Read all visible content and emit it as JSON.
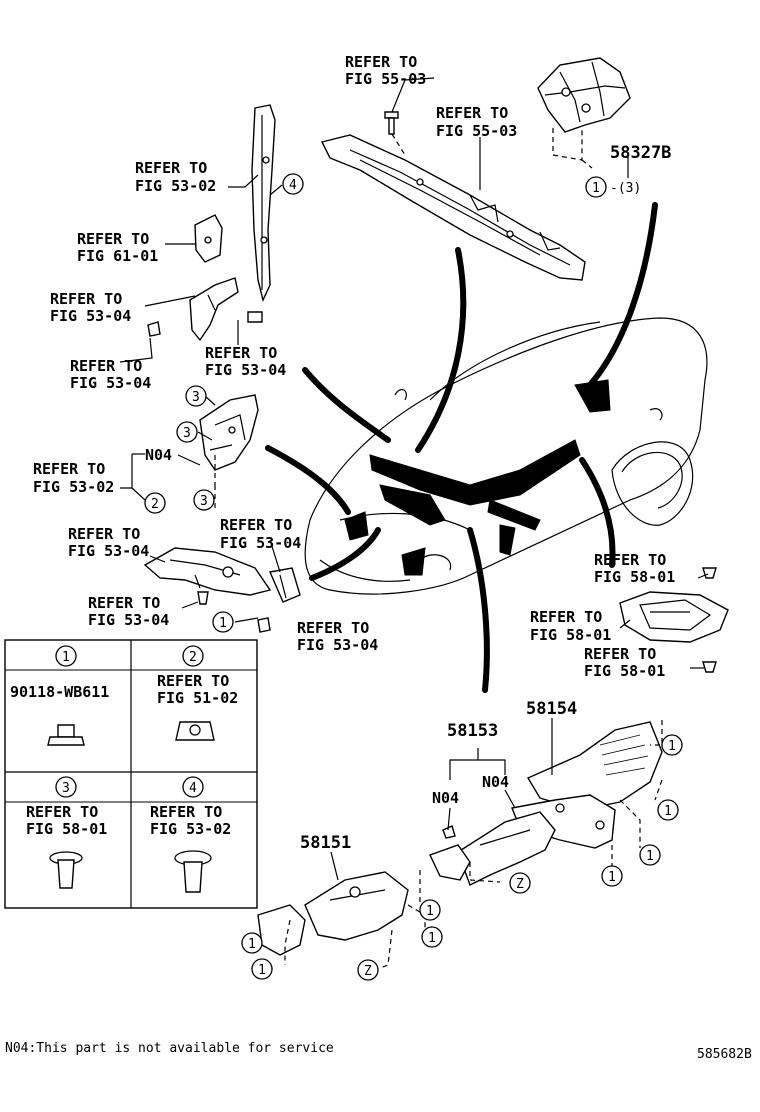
{
  "callouts": {
    "refer_55_03_a": [
      "REFER TO",
      "FIG 55-03"
    ],
    "refer_55_03_b": [
      "REFER TO",
      "FIG 55-03"
    ],
    "refer_53_02_a": [
      "REFER TO",
      "FIG 53-02"
    ],
    "refer_61_01": [
      "REFER TO",
      "FIG 61-01"
    ],
    "refer_53_04_a": [
      "REFER TO",
      "FIG 53-04"
    ],
    "refer_53_04_b": [
      "REFER TO",
      "FIG 53-04"
    ],
    "refer_53_04_c": [
      "REFER TO",
      "FIG 53-04"
    ],
    "refer_53_02_b": [
      "REFER TO",
      "FIG 53-02"
    ],
    "refer_53_04_d": [
      "REFER TO",
      "FIG 53-04"
    ],
    "refer_53_04_e": [
      "REFER TO",
      "FIG 53-04"
    ],
    "refer_53_04_f": [
      "REFER TO",
      "FIG 53-04"
    ],
    "refer_53_04_g": [
      "REFER TO",
      "FIG 53-04"
    ],
    "refer_58_01_a": [
      "REFER TO",
      "FIG 58-01"
    ],
    "refer_58_01_b": [
      "REFER TO",
      "FIG 58-01"
    ],
    "refer_58_01_c": [
      "REFER TO",
      "FIG 58-01"
    ]
  },
  "part_numbers": {
    "p58327B": "58327B",
    "p58153": "58153",
    "p58154": "58154",
    "p58151": "58151"
  },
  "codes": {
    "n04_a": "N04",
    "n04_b": "N04",
    "n04_c": "N04",
    "qty_3": "-(3)"
  },
  "markers": {
    "one": "1",
    "two": "2",
    "three": "3",
    "four": "4",
    "z": "Z"
  },
  "legend": {
    "cell1_num": "1",
    "cell1_label": "90118-WB611",
    "cell2_num": "2",
    "cell2_label": [
      "REFER TO",
      "FIG 51-02"
    ],
    "cell3_num": "3",
    "cell3_label": [
      "REFER TO",
      "FIG 58-01"
    ],
    "cell4_num": "4",
    "cell4_label": [
      "REFER TO",
      "FIG 53-02"
    ]
  },
  "footer": {
    "note": "N04:This part is not available for service",
    "illustration_id": "585682B"
  }
}
